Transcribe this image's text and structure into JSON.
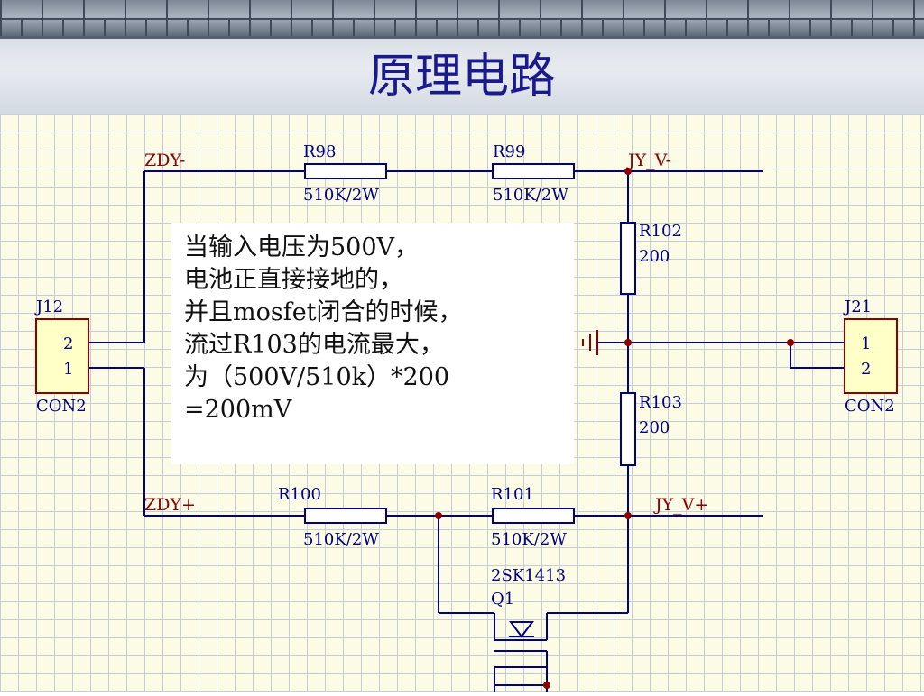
{
  "slide": {
    "title": "原理电路"
  },
  "schematic": {
    "nets": {
      "zdy_minus": "ZDY-",
      "zdy_plus": "ZDY+",
      "jy_v_minus": "JY_V-",
      "jy_v_plus": "JY_V+"
    },
    "resistors": {
      "r98": {
        "ref": "R98",
        "value": "510K/2W"
      },
      "r99": {
        "ref": "R99",
        "value": "510K/2W"
      },
      "r100": {
        "ref": "R100",
        "value": "510K/2W"
      },
      "r101": {
        "ref": "R101",
        "value": "510K/2W"
      },
      "r102": {
        "ref": "R102",
        "value": "200"
      },
      "r103": {
        "ref": "R103",
        "value": "200"
      }
    },
    "connectors": {
      "j12": {
        "ref": "J12",
        "type": "CON2",
        "pin_top": "2",
        "pin_bottom": "1"
      },
      "j21": {
        "ref": "J21",
        "type": "CON2",
        "pin_top": "1",
        "pin_bottom": "2"
      }
    },
    "transistor": {
      "part": "2SK1413",
      "ref": "Q1"
    }
  },
  "note": {
    "lines": [
      "当输入电压为500V，",
      "电池正直接接地的，",
      "并且mosfet闭合的时候，",
      "流过R103的电流最大，",
      "为（500V/510k）*200",
      "=200mV"
    ]
  },
  "colors": {
    "wire": "#000080",
    "label": "#8b0000",
    "junction": "#8b0000",
    "connector_fill": "#ffffc8",
    "connector_border": "#8b0000",
    "title": "#1a1a8c"
  }
}
